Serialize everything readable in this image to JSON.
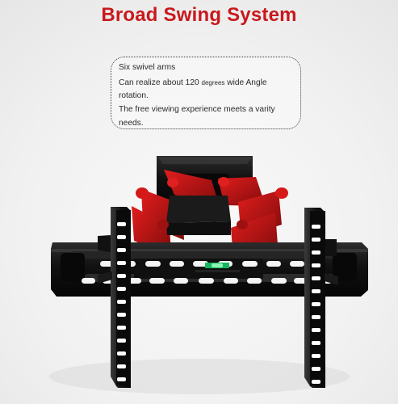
{
  "headline": {
    "title": "Broad Swing System"
  },
  "specifications": {
    "line_1": "Six swivel  arms",
    "line_2a_before": "Can realize about 120 ",
    "line_2a_small": "degrees",
    "line_2a_after": " wide Angle",
    "line_2b": "rotation.",
    "line_3a": "The free viewing experience meets a varity",
    "line_3b": "needs."
  },
  "product": {
    "description": "black TV wall mount with red swivel arms",
    "colors": {
      "frame": "#151515",
      "arm_red": "#c81b1b",
      "arm_dark": "#7e0b0b",
      "level_green": "#16b65c"
    }
  }
}
